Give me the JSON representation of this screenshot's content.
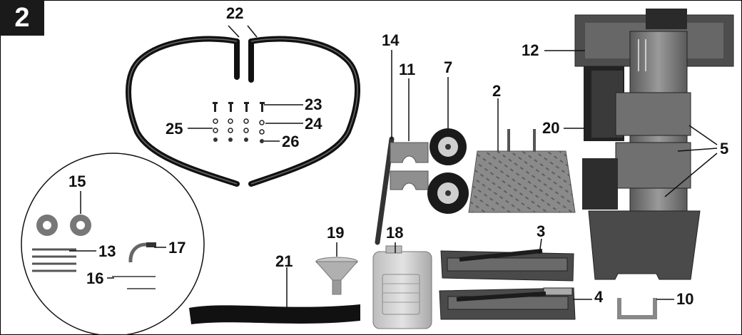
{
  "figure": {
    "number": "2",
    "callouts": {
      "c22": "22",
      "c23": "23",
      "c24": "24",
      "c25": "25",
      "c26": "26",
      "c14": "14",
      "c11": "11",
      "c7": "7",
      "c2": "2",
      "c12": "12",
      "c20": "20",
      "c5": "5",
      "c15": "15",
      "c13": "13",
      "c17": "17",
      "c16": "16",
      "c19": "19",
      "c18": "18",
      "c21": "21",
      "c3": "3",
      "c4": "4",
      "c10": "10"
    }
  }
}
